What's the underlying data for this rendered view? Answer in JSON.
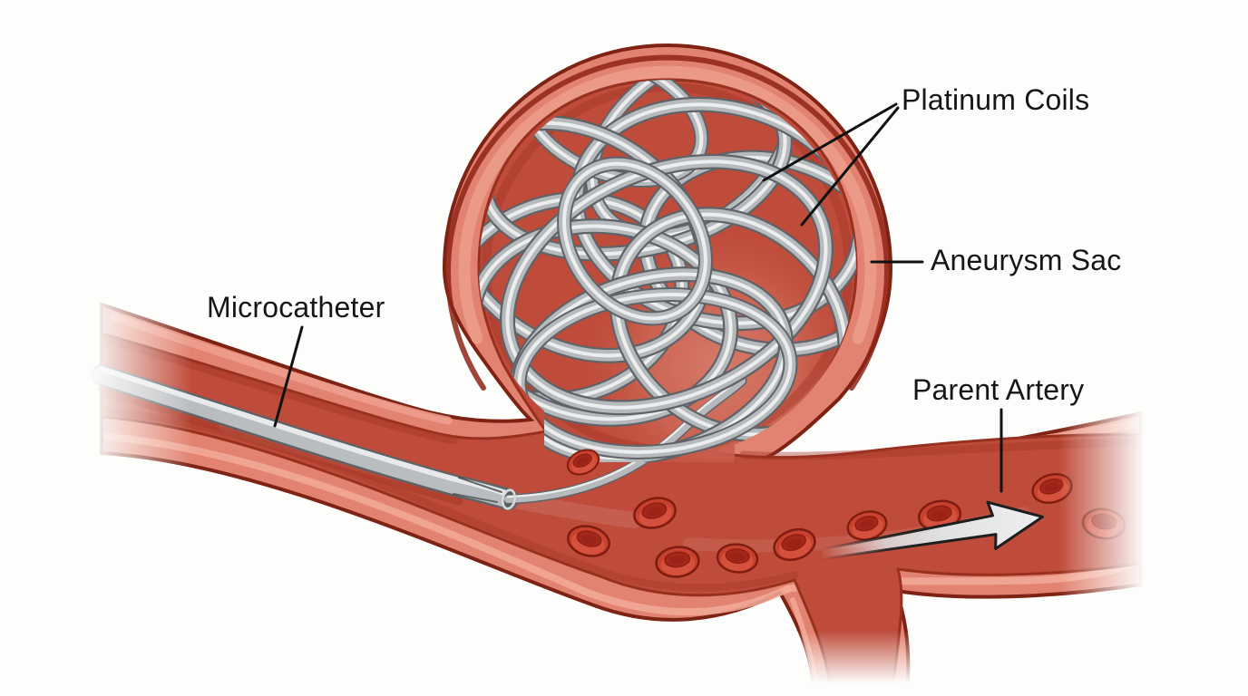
{
  "figure": {
    "kind": "labeled-medical-illustration",
    "depicts": "coil-embolization-of-an-aneurysm",
    "blood_cell_count": 10,
    "flow_direction": "left-to-right"
  },
  "callouts": {
    "platinum_coils": {
      "text": "Platinum Coils",
      "target": "coil-mass"
    },
    "aneurysm_sac": {
      "text": "Aneurysm Sac",
      "target": "aneurysm-sac-wall"
    },
    "microcatheter": {
      "text": "Microcatheter",
      "target": "microcatheter-tube"
    },
    "parent_artery": {
      "text": "Parent Artery",
      "target": "parent-artery-lumen"
    }
  },
  "colors": {
    "background": "#fdfdfc",
    "label_text": "#161616",
    "leader_line": "#111111",
    "vessel_outline": "#7e2214",
    "artery_wall": "#e28270",
    "wall_highlight": "#efa08e",
    "artery_lumen": "#bf4c3b",
    "lumen_edge": "#97301f",
    "coil_base": "#b6babd",
    "coil_shadow": "#5f6367",
    "coil_highlight": "#ecedee",
    "catheter_base": "#babdc0",
    "blood_cell": "#c8402e",
    "blood_cell_outline": "#7e1c0f",
    "blood_cell_dimple": "#a3271a",
    "arrow_fill": "#e4e6e7",
    "arrow_outline": "#1e1e1e"
  }
}
